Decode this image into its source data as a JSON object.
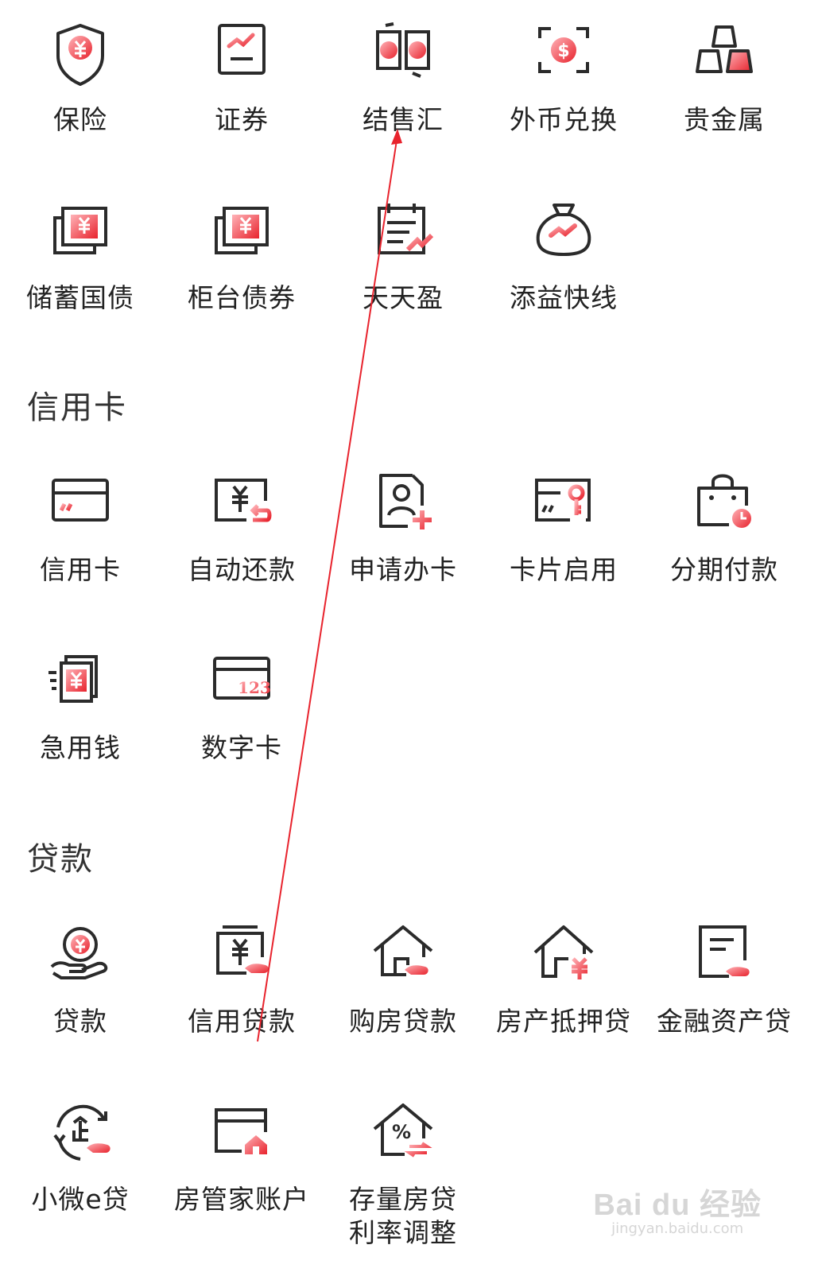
{
  "wealth": {
    "row1": [
      "保险",
      "证券",
      "结售汇",
      "外币兑换",
      "贵金属"
    ],
    "row2": [
      "储蓄国债",
      "柜台债券",
      "天天盈",
      "添益快线"
    ]
  },
  "credit_card": {
    "title": "信用卡",
    "row1": [
      "信用卡",
      "自动还款",
      "申请办卡",
      "卡片启用",
      "分期付款"
    ],
    "row2": [
      "急用钱",
      "数字卡"
    ]
  },
  "loans": {
    "title": "贷款",
    "row1": [
      "贷款",
      "信用贷款",
      "购房贷款",
      "房产抵押贷",
      "金融资产贷"
    ],
    "row2": [
      "小微e贷",
      "房管家账户",
      "存量房贷利率调整"
    ]
  },
  "icons": {
    "insurance": "shield-yuan-icon",
    "securities": "chart-doc-icon",
    "fx_settlement": "yuan-dollar-exchange-icon",
    "currency_exchange": "dollar-scan-icon",
    "precious_metals": "gold-bars-icon",
    "savings_bond": "stacked-yuan-icon",
    "counter_bond": "stacked-yuan-icon",
    "tiantianying": "calendar-growth-icon",
    "tianyi": "money-bag-icon",
    "credit_card": "card-icon",
    "auto_repay": "yuan-card-return-icon",
    "apply_card": "user-plus-icon",
    "activate_card": "card-key-icon",
    "installment": "shopping-bag-clock-icon",
    "urgent_cash": "fast-yuan-icon",
    "digital_card": "digital-card-icon",
    "loan": "hand-yuan-icon",
    "credit_loan": "yuan-box-hand-icon",
    "home_loan": "house-hand-icon",
    "mortgage": "house-yuan-icon",
    "asset_loan": "document-hand-icon",
    "micro_loan": "cycle-enterprise-icon",
    "housekeeper": "window-house-icon",
    "rate_adjust": "house-percent-icon"
  },
  "watermark": {
    "brand": "Bai du 经验",
    "url": "jingyan.baidu.com"
  },
  "colors": {
    "accent": "#e8232d",
    "stroke": "#2b2b2b",
    "annotation": "#e8232d"
  }
}
